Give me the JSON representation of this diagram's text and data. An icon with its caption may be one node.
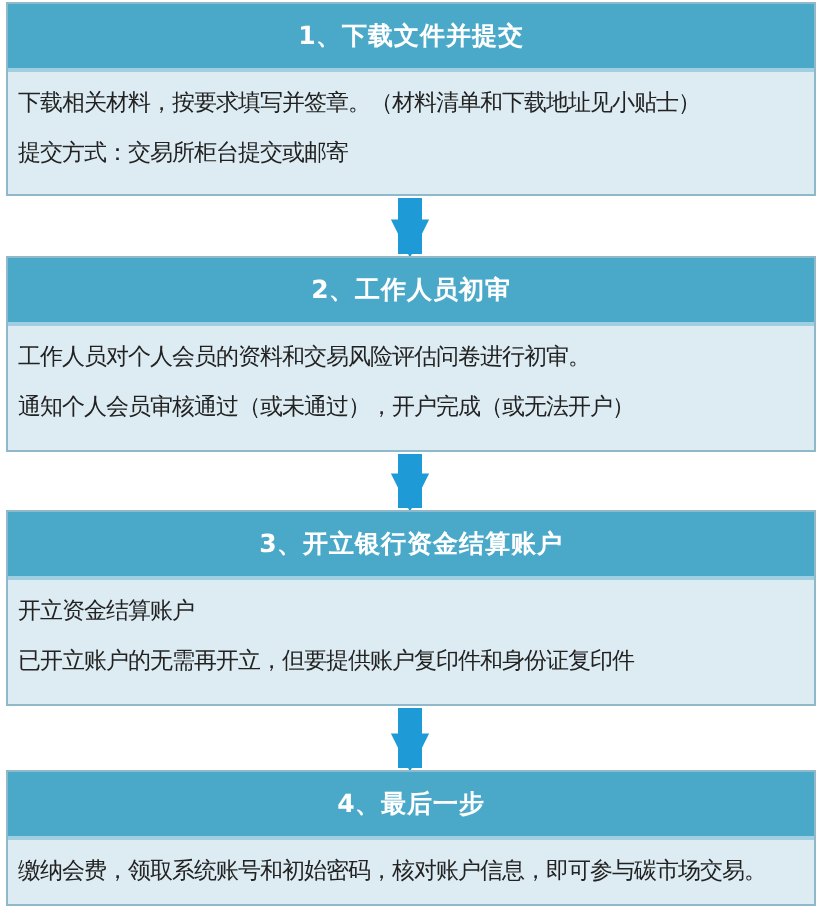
{
  "diagram": {
    "nodes": [
      {
        "text": [
          "1、下载文件并提交",
          "下载相关材料，按要求填写并签章。（材料清单和下载地址见小贴士）",
          "提交方式：交易所柜台提交或邮寄"
        ]
      },
      {
        "text": [
          "2、工作人员初审",
          "工作人员对个人会员的资料和交易风险评估问卷进行初审。",
          "通知个人会员审核通过（或未通过），开户完成（或无法开户）"
        ]
      },
      {
        "text": [
          "3、开立银行资金结算账户",
          "开立资金结算账户",
          "已开立账户的无需再开立，但要提供账户复印件和身份证复印件"
        ]
      },
      {
        "text": [
          "4、最后一步",
          "缴纳会费，领取系统账号和初始密码，核对账户信息，即可参与碳市场交易。"
        ]
      }
    ],
    "edges": [
      {
        "from": 0,
        "to": 1,
        "arrow": "to"
      },
      {
        "from": 1,
        "to": 2,
        "arrow": "to"
      },
      {
        "from": 2,
        "to": 3,
        "arrow": "to"
      }
    ]
  }
}
